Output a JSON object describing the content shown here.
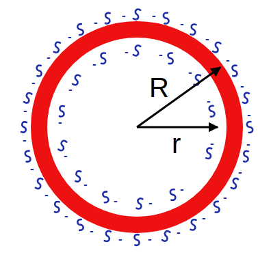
{
  "diagram": {
    "labels": [
      "R",
      "r",
      "-",
      "-",
      "-",
      "-",
      "-",
      "-",
      "-",
      "-",
      "-",
      "-",
      "-",
      "-",
      "-",
      "-",
      "-",
      "-",
      "-",
      "-",
      "-",
      "-",
      "-",
      "-",
      "-",
      "-",
      "-",
      "-",
      "-",
      "-",
      "-",
      "-",
      "-",
      "-",
      "-",
      "-",
      "-",
      "-",
      "-"
    ]
  }
}
